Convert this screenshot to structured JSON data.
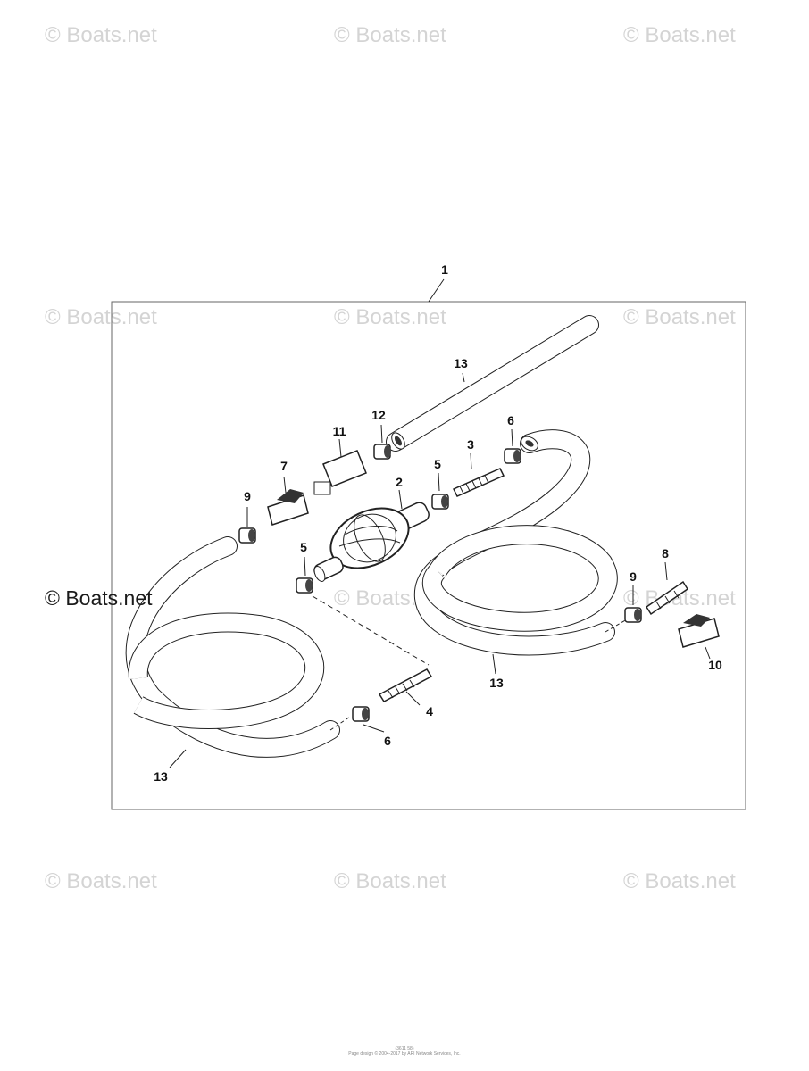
{
  "watermark": {
    "text": "© Boats.net"
  },
  "diagram": {
    "callouts": [
      "1",
      "13",
      "12",
      "11",
      "7",
      "9",
      "2",
      "5",
      "3",
      "6",
      "5",
      "8",
      "9",
      "10",
      "13",
      "4",
      "6",
      "13"
    ]
  },
  "footer": {
    "line1": "(3611 58)",
    "line2": "Page design © 2004-2017 by ARI Network Services, Inc."
  }
}
